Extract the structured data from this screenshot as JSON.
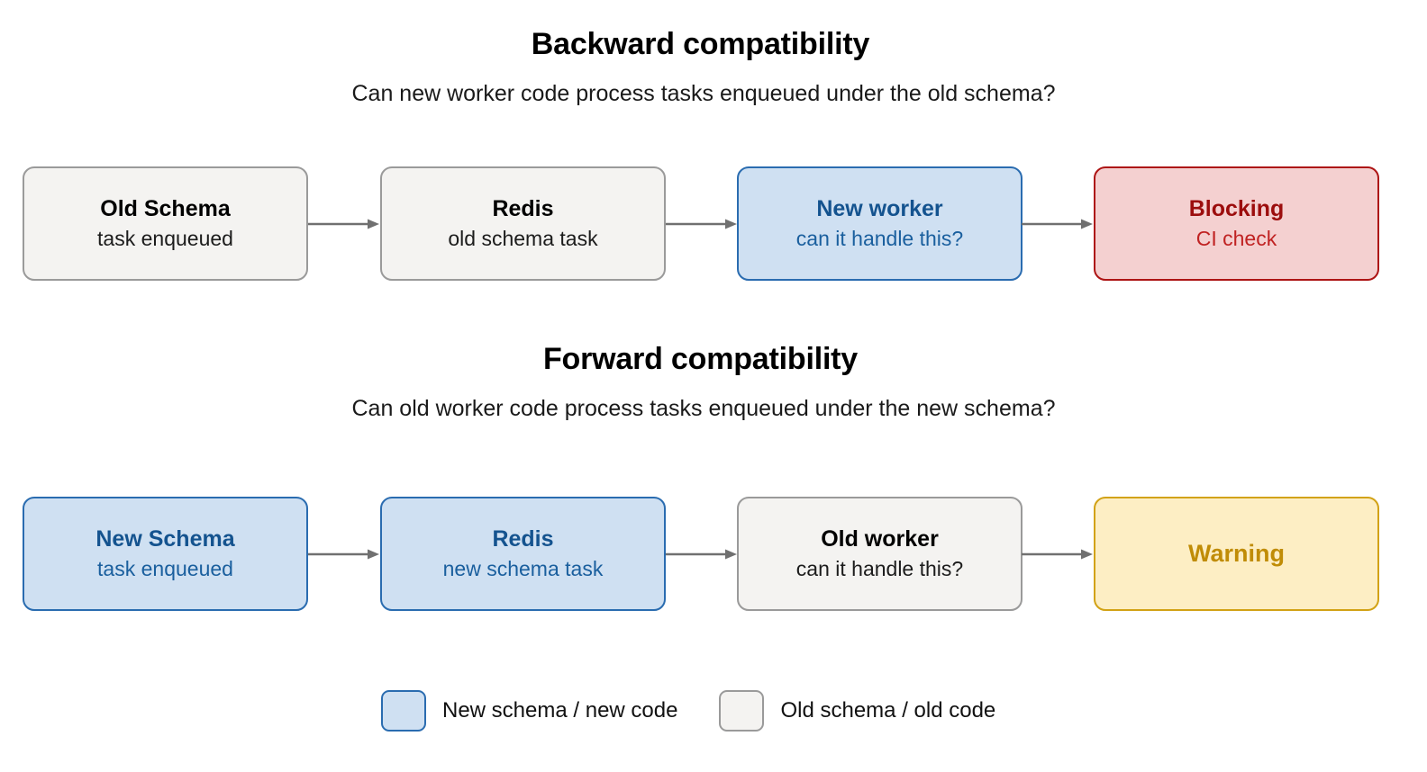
{
  "sections": [
    {
      "id": "backward",
      "title": "Backward compatibility",
      "subtitle": "Can new worker code process tasks enqueued under the old schema?",
      "nodes": [
        {
          "title": "Old Schema",
          "sub": "task enqueued",
          "variant": "gray"
        },
        {
          "title": "Redis",
          "sub": "old schema task",
          "variant": "gray"
        },
        {
          "title": "New worker",
          "sub": "can it handle this?",
          "variant": "blue"
        },
        {
          "title": "Blocking",
          "sub": "CI check",
          "variant": "red"
        }
      ]
    },
    {
      "id": "forward",
      "title": "Forward compatibility",
      "subtitle": "Can old worker code process tasks enqueued under the new schema?",
      "nodes": [
        {
          "title": "New Schema",
          "sub": "task enqueued",
          "variant": "blue"
        },
        {
          "title": "Redis",
          "sub": "new schema task",
          "variant": "blue"
        },
        {
          "title": "Old worker",
          "sub": "can it handle this?",
          "variant": "gray"
        },
        {
          "title": "Warning",
          "sub": "",
          "variant": "yellow"
        }
      ]
    }
  ],
  "legend": {
    "items": [
      {
        "label": "New schema / new code",
        "swatch": "blue"
      },
      {
        "label": "Old schema / old code",
        "swatch": "gray"
      }
    ]
  },
  "colors": {
    "background": "#ffffff",
    "gray_fill": "#f4f3f1",
    "gray_border": "#9a9a9a",
    "blue_fill": "#cfe0f2",
    "blue_border": "#2a6cb0",
    "blue_text": "#14538f",
    "red_fill": "#f4d0d0",
    "red_border": "#ad1414",
    "red_text": "#9c0d0d",
    "yellow_fill": "#fdeec4",
    "yellow_border": "#d2a215",
    "yellow_text": "#c08c06",
    "arrow": "#707070",
    "text": "#000000"
  }
}
